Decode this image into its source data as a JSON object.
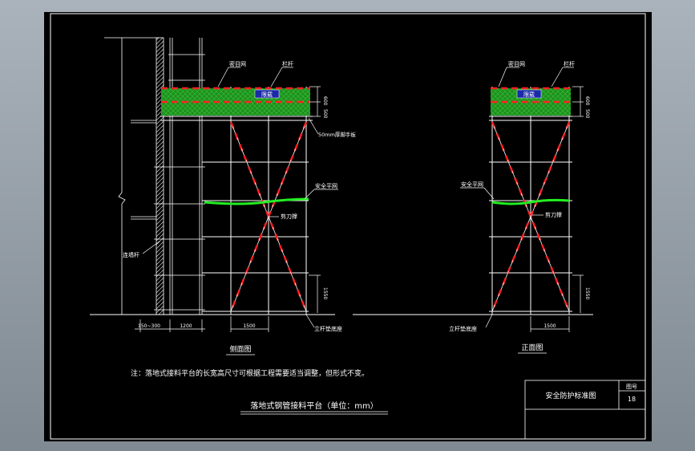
{
  "side_view": {
    "caption": "侧面图",
    "label_safety_net": "密目网",
    "label_railing": "栏杆",
    "label_board": "50mm厚脚手板",
    "label_flat_net": "安全平网",
    "label_scissor": "剪刀撑",
    "label_tie": "连墙杆",
    "label_support": "立杆垫底座",
    "dim_wall_gap": "150~300",
    "dim_1200": "1200",
    "dim_1500": "1500",
    "dim_1550": "1550",
    "dim_top_a": "600",
    "dim_top_b": "500"
  },
  "front_view": {
    "caption": "正面图",
    "label_safety_net": "密目网",
    "label_railing": "栏杆",
    "label_flat_net": "安全平网",
    "label_scissor": "剪刀撑",
    "label_support": "立杆垫底座",
    "dim_1500": "1500",
    "dim_1550": "1550",
    "dim_top_a": "600",
    "dim_top_b": "500"
  },
  "sign_text": "限载",
  "note": "注：落地式接料平台的长宽高尺寸可根据工程需要适当调整，但形式不变。",
  "drawing_title": "落地式钢管接料平台（单位：mm）",
  "title_block": {
    "name": "安全防护标准图",
    "sheet_label": "图号",
    "sheet_no": "18"
  },
  "colors": {
    "line": "#ffffff",
    "net_green": "#1f8f1f",
    "net_bright": "#22ee22",
    "hazard_red": "#ff2020",
    "sign_blue": "#1a2aa8"
  }
}
